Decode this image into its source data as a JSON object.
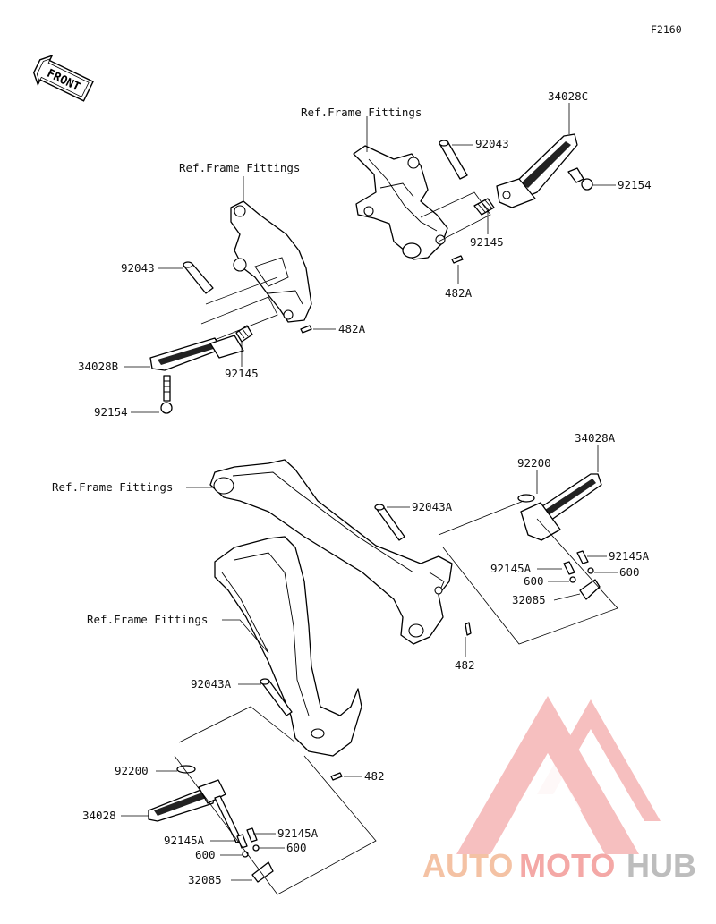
{
  "figure_code": "F2160",
  "front_badge": "FRONT",
  "labels": {
    "ref_frame_fittings": "Ref.Frame Fittings",
    "p92043": "92043",
    "p92043a": "92043A",
    "p34028c": "34028C",
    "p34028b": "34028B",
    "p34028a": "34028A",
    "p34028": "34028",
    "p92154": "92154",
    "p92145": "92145",
    "p92145a": "92145A",
    "p482a": "482A",
    "p482": "482",
    "p92200": "92200",
    "p600": "600",
    "p32085": "32085"
  },
  "watermark": {
    "auto": "AUTO",
    "moto": "MOTO",
    "hub": "HUB",
    "colors": {
      "auto": "#f4c2a4",
      "moto": "#f4a8a6",
      "hub": "#bdbdbd",
      "logo": "#f08c8c"
    }
  }
}
